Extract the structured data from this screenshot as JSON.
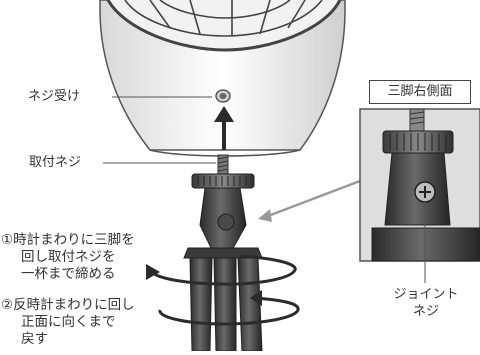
{
  "labels": {
    "screw_receiver": "ネジ受け",
    "mount_screw": "取付ネジ",
    "joint_screw_line1": "ジョイント",
    "joint_screw_line2": "ネジ"
  },
  "inset": {
    "title": "三脚右側面"
  },
  "steps": {
    "step1_line1": "①時計まわりに三脚を",
    "step1_line2": "回し取付ネジを",
    "step1_line3": "一杯まで締める",
    "step2_line1": "②反時計まわりに回し",
    "step2_line2": "正面に向くまで",
    "step2_line3": "戻す"
  }
}
